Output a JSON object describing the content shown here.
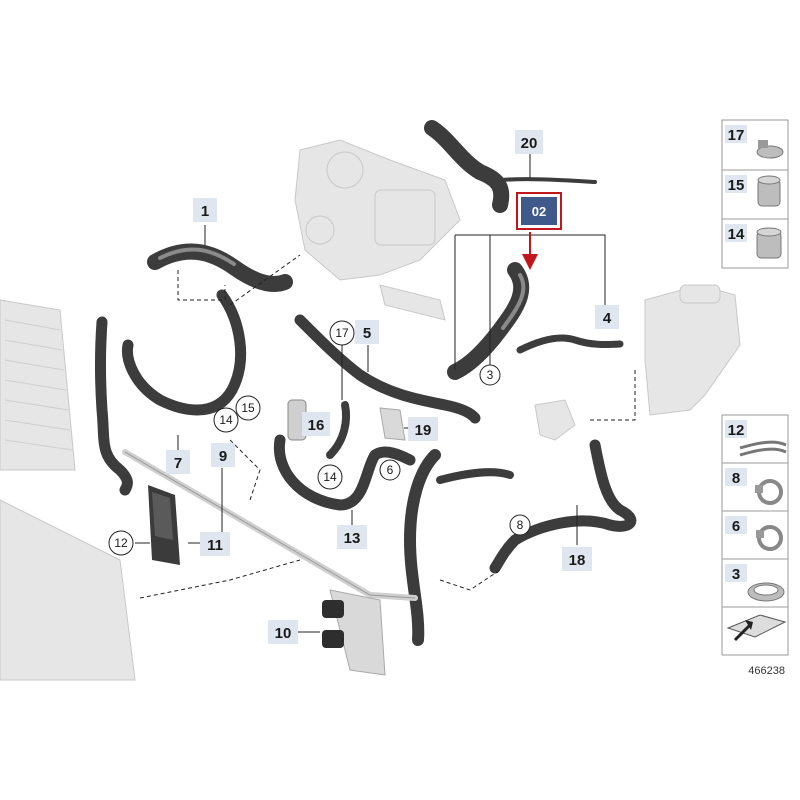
{
  "diagram": {
    "ref_number": "466238",
    "highlight": {
      "label": "02",
      "color": "#c0161c",
      "fill": "#3f5a8a"
    },
    "tag_fill": "#dfe6ef",
    "callouts": [
      {
        "id": "c1",
        "label": "1"
      },
      {
        "id": "c3",
        "label": "3"
      },
      {
        "id": "c4",
        "label": "4"
      },
      {
        "id": "c5",
        "label": "5"
      },
      {
        "id": "c6",
        "label": "6"
      },
      {
        "id": "c7",
        "label": "7"
      },
      {
        "id": "c8",
        "label": "8"
      },
      {
        "id": "c9",
        "label": "9"
      },
      {
        "id": "c10",
        "label": "10"
      },
      {
        "id": "c11",
        "label": "11"
      },
      {
        "id": "c12",
        "label": "12"
      },
      {
        "id": "c13",
        "label": "13"
      },
      {
        "id": "c14a",
        "label": "14"
      },
      {
        "id": "c14b",
        "label": "14"
      },
      {
        "id": "c15",
        "label": "15"
      },
      {
        "id": "c16",
        "label": "16"
      },
      {
        "id": "c17",
        "label": "17"
      },
      {
        "id": "c18",
        "label": "18"
      },
      {
        "id": "c19",
        "label": "19"
      },
      {
        "id": "c20",
        "label": "20"
      }
    ],
    "legend": [
      {
        "label": "17",
        "icon": "clamp-band-icon"
      },
      {
        "label": "15",
        "icon": "quick-connector-icon"
      },
      {
        "label": "14",
        "icon": "quick-connector-icon"
      },
      {
        "label": "12",
        "icon": "bracket-strip-icon"
      },
      {
        "label": "8",
        "icon": "hose-clip-icon"
      },
      {
        "label": "6",
        "icon": "hose-clip-icon"
      },
      {
        "label": "3",
        "icon": "spring-clamp-icon"
      },
      {
        "label": "",
        "icon": "insert-arrow-icon"
      }
    ]
  }
}
